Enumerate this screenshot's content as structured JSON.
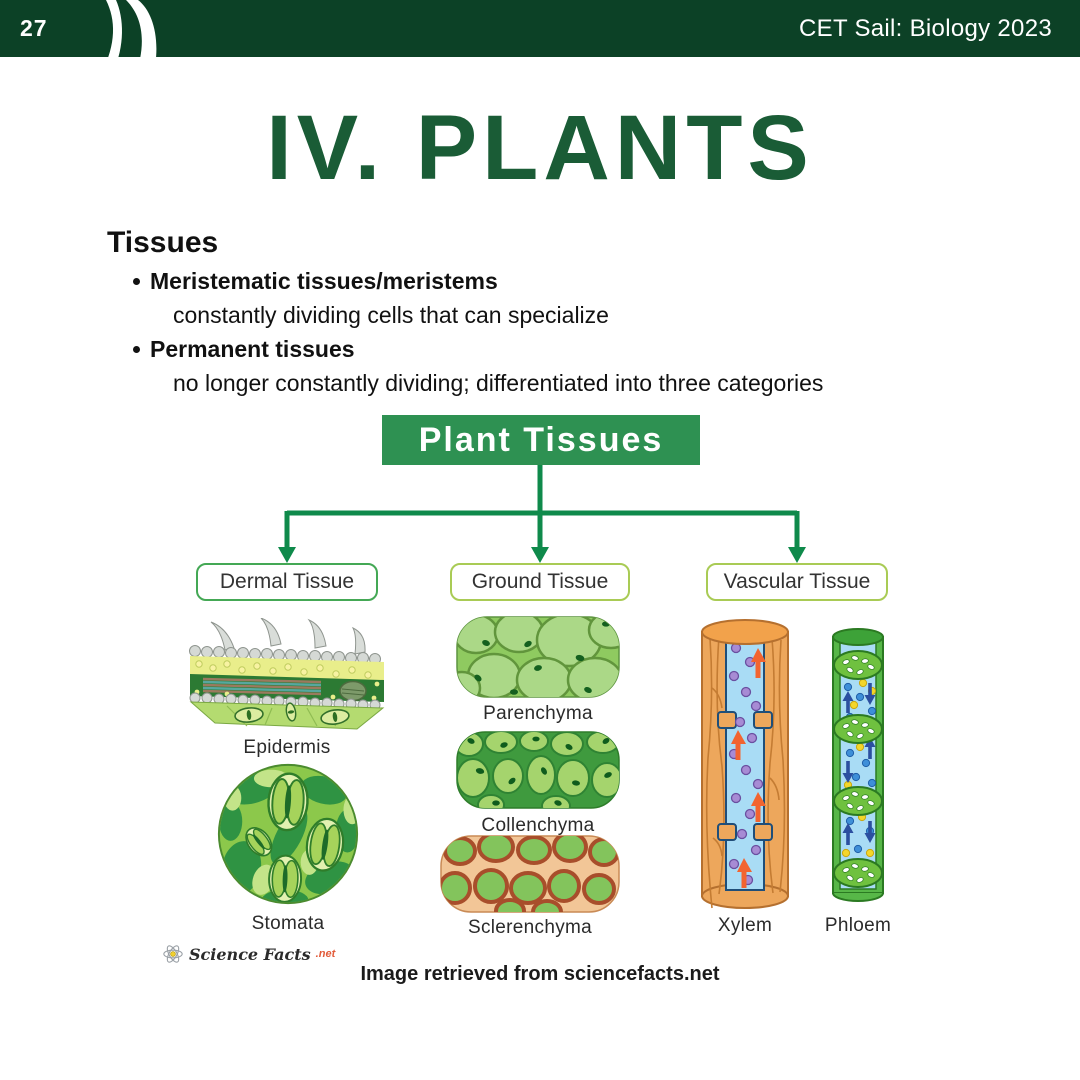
{
  "header": {
    "page_number": "27",
    "course": "CET Sail: Biology 2023"
  },
  "title": "IV. PLANTS",
  "section": {
    "heading": "Tissues",
    "bullets": [
      {
        "term": "Meristematic tissues/meristems",
        "description": "constantly dividing cells that can specialize"
      },
      {
        "term": "Permanent tissues",
        "description": "no longer constantly dividing; differentiated into three categories"
      }
    ]
  },
  "diagram": {
    "title": "Plant Tissues",
    "branches": [
      {
        "label": "Dermal Tissue",
        "items": [
          "Epidermis",
          "Stomata"
        ]
      },
      {
        "label": "Ground Tissue",
        "items": [
          "Parenchyma",
          "Collenchyma",
          "Sclerenchyma"
        ]
      },
      {
        "label": "Vascular Tissue",
        "items": [
          "Xylem",
          "Phloem"
        ]
      }
    ],
    "source_logo": {
      "name": "Science Facts",
      "suffix": ".net"
    }
  },
  "caption": "Image retrieved from sciencefacts.net",
  "colors": {
    "header-green": "#0c4126",
    "title-green": "#1a5c36",
    "banner-green": "#2e9152",
    "connector-green": "#0f8a4b",
    "text-dark": "#1c1c1c",
    "logo-red": "#e25b3a"
  }
}
